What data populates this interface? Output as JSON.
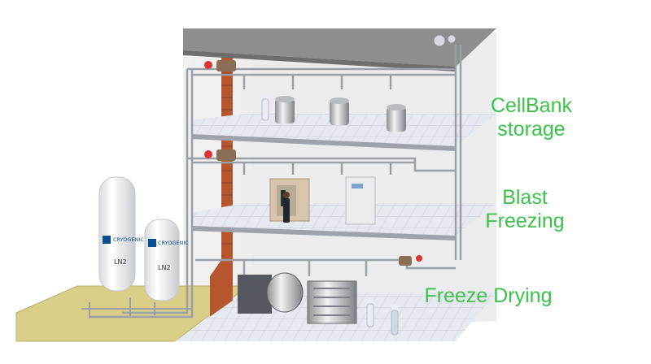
{
  "labels": {
    "cellbank_line1": "CellBank",
    "cellbank_line2": "storage",
    "blast_line1": "Blast",
    "blast_line2": "Freezing",
    "freeze_drying": "Freeze Drying"
  },
  "tanks": [
    {
      "brand": "CRYOGENIC",
      "content": "LN2"
    },
    {
      "brand": "CRYOGENIC",
      "content": "LN2"
    }
  ],
  "colors": {
    "label_green": "#3cc24a",
    "floor_tile": "#e4e7ed",
    "roof": "#8a8a8a",
    "brick": "#b5562f",
    "pipe": "#9aa0a6",
    "ground": "#d9cf8a"
  }
}
